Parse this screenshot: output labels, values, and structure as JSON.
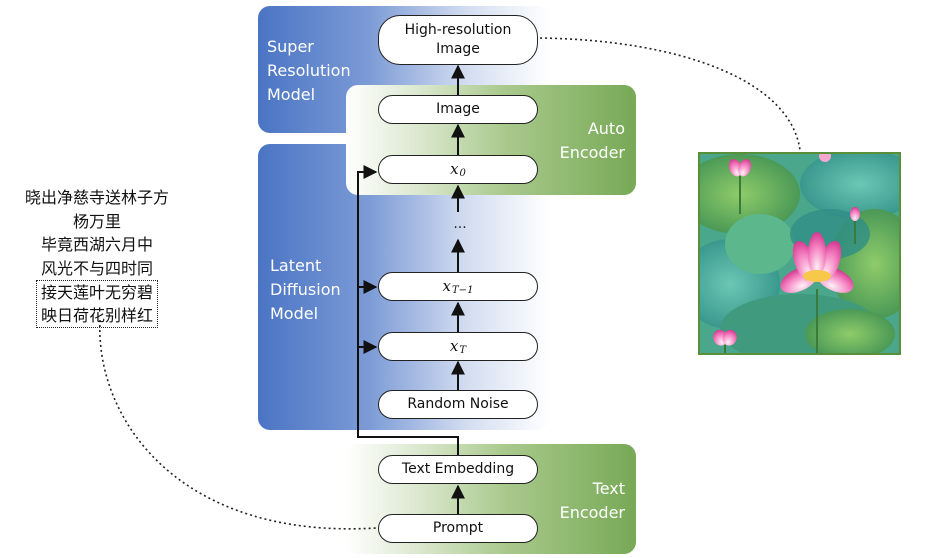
{
  "panels": {
    "super_resolution": "Super\nResolution\nModel",
    "auto_encoder": "Auto\nEncoder",
    "latent_diffusion": "Latent\nDiffusion\nModel",
    "text_encoder": "Text\nEncoder"
  },
  "nodes": {
    "high_res_image": "High-resolution\nImage",
    "image": "Image",
    "x0": {
      "base": "x",
      "sub": "0"
    },
    "ellipsis": "...",
    "xt_minus_1": {
      "base": "x",
      "sub": "T−1"
    },
    "xt": {
      "base": "x",
      "sub": "T"
    },
    "random_noise": "Random Noise",
    "text_embedding": "Text Embedding",
    "prompt": "Prompt"
  },
  "poem": {
    "lines": [
      "晓出净慈寺送林子方",
      "杨万里",
      "毕竟西湖六月中",
      "风光不与四时同"
    ],
    "highlighted_lines": [
      "接天莲叶无穷碧",
      "映日荷花别样红"
    ]
  },
  "colors": {
    "blue_panel": "#4a74c4",
    "green_panel": "#77a956",
    "node_border": "#222222"
  },
  "generated_image": {
    "subject": "lotus-painting"
  }
}
